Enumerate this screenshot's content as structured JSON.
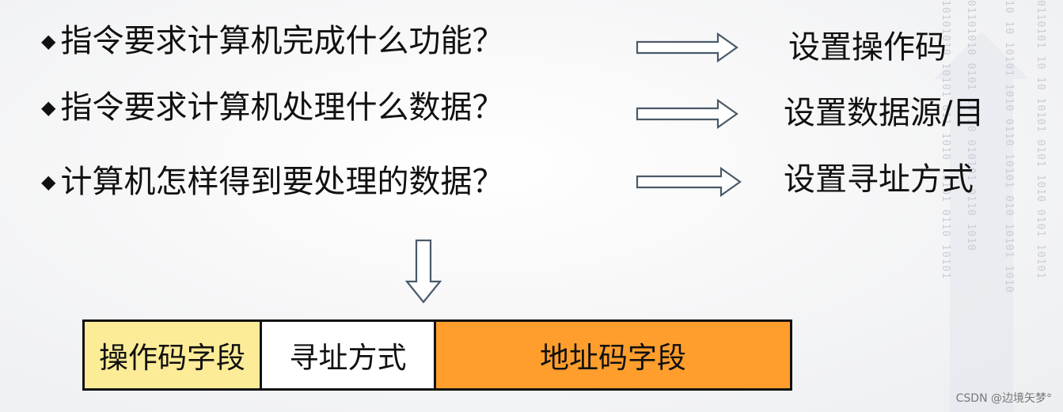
{
  "questions": [
    {
      "bullet": "◆",
      "text": "指令要求计算机完成什么功能？",
      "answer": "设置操作码"
    },
    {
      "bullet": "◆",
      "text": "指令要求计算机处理什么数据？",
      "answer": "设置数据源/目"
    },
    {
      "bullet": "◆",
      "text": "计算机怎样得到要处理的数据？",
      "answer": "设置寻址方式"
    }
  ],
  "instruction_format": {
    "opcode_field": "操作码字段",
    "addressing_mode": "寻址方式",
    "address_field": "地址码字段"
  },
  "colors": {
    "opcode_field": "#fcec98",
    "addressing_mode": "#ffffff",
    "address_field": "#ff9e2d",
    "arrow_stroke": "#4a5968"
  },
  "watermark": "CSDN @边境矢梦°"
}
